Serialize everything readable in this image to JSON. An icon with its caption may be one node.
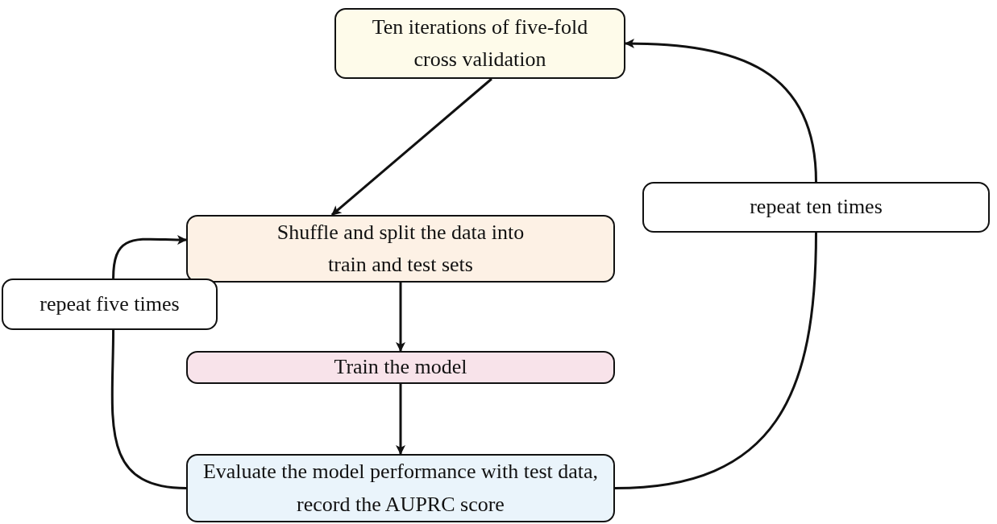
{
  "diagram": {
    "nodes": [
      {
        "text": [
          "Ten iterations of five-fold cross validation"
        ]
      },
      {
        "text": [
          "Shuffle and split the data into train and test sets"
        ]
      },
      {
        "text": [
          "repeat five times"
        ]
      },
      {
        "text": [
          "Train the model"
        ]
      },
      {
        "text": [
          "Evaluate the model performance with test data, record the AUPRC score"
        ]
      },
      {
        "text": [
          "repeat ten times"
        ]
      }
    ],
    "edges": [
      {
        "from": 0,
        "to": 1,
        "arrow": "to"
      },
      {
        "from": 1,
        "to": 3,
        "arrow": "to"
      },
      {
        "from": 3,
        "to": 4,
        "arrow": "to"
      },
      {
        "from": 4,
        "to": 2,
        "arrow": "none"
      },
      {
        "from": 2,
        "to": 1,
        "arrow": "to"
      },
      {
        "from": 4,
        "to": 5,
        "arrow": "none"
      },
      {
        "from": 5,
        "to": 0,
        "arrow": "to"
      }
    ]
  }
}
